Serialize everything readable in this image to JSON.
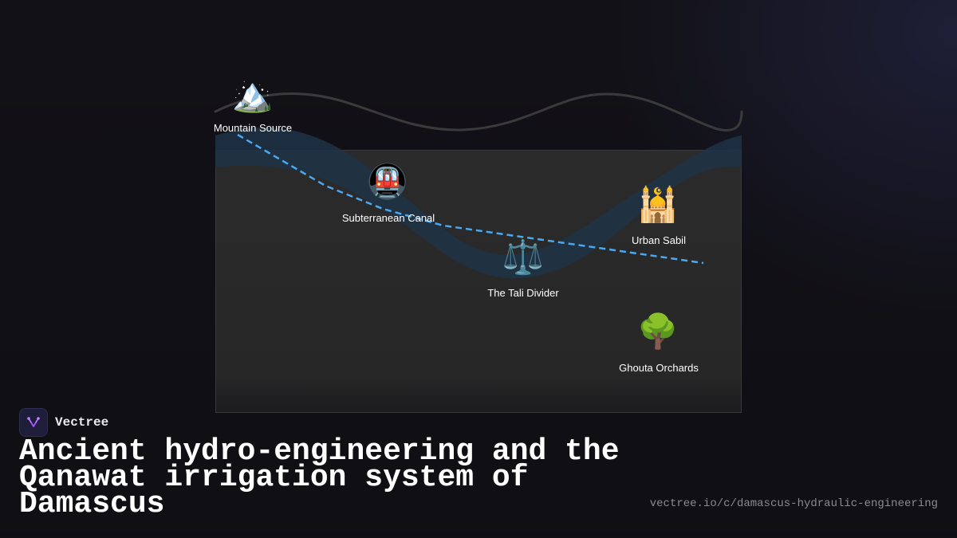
{
  "diagram": {
    "nodes": [
      {
        "id": "mountain",
        "label": "Mountain Source",
        "icon": "🏔️",
        "icon_name": "mountain-icon"
      },
      {
        "id": "canal",
        "label": "Subterranean Canal",
        "icon": "🚇",
        "icon_name": "metro-train-icon"
      },
      {
        "id": "divider",
        "label": "The Tali Divider",
        "icon": "⚖️",
        "icon_name": "balance-scale-icon"
      },
      {
        "id": "sabil",
        "label": "Urban Sabil",
        "icon": "🕌",
        "icon_name": "mosque-icon"
      },
      {
        "id": "orchards",
        "label": "Ghouta Orchards",
        "icon": "🌳",
        "icon_name": "tree-icon"
      }
    ],
    "colors": {
      "panel": "#2b2b2b",
      "surface_line": "#3a3a3a",
      "water_band": "#1f3346",
      "flow_line": "#4aa8f0"
    }
  },
  "brand": {
    "name": "Vectree",
    "logo_color": "#a855f7"
  },
  "title": "Ancient hydro-engineering and the Qanawat irrigation system of Damascus",
  "url": "vectree.io/c/damascus-hydraulic-engineering"
}
